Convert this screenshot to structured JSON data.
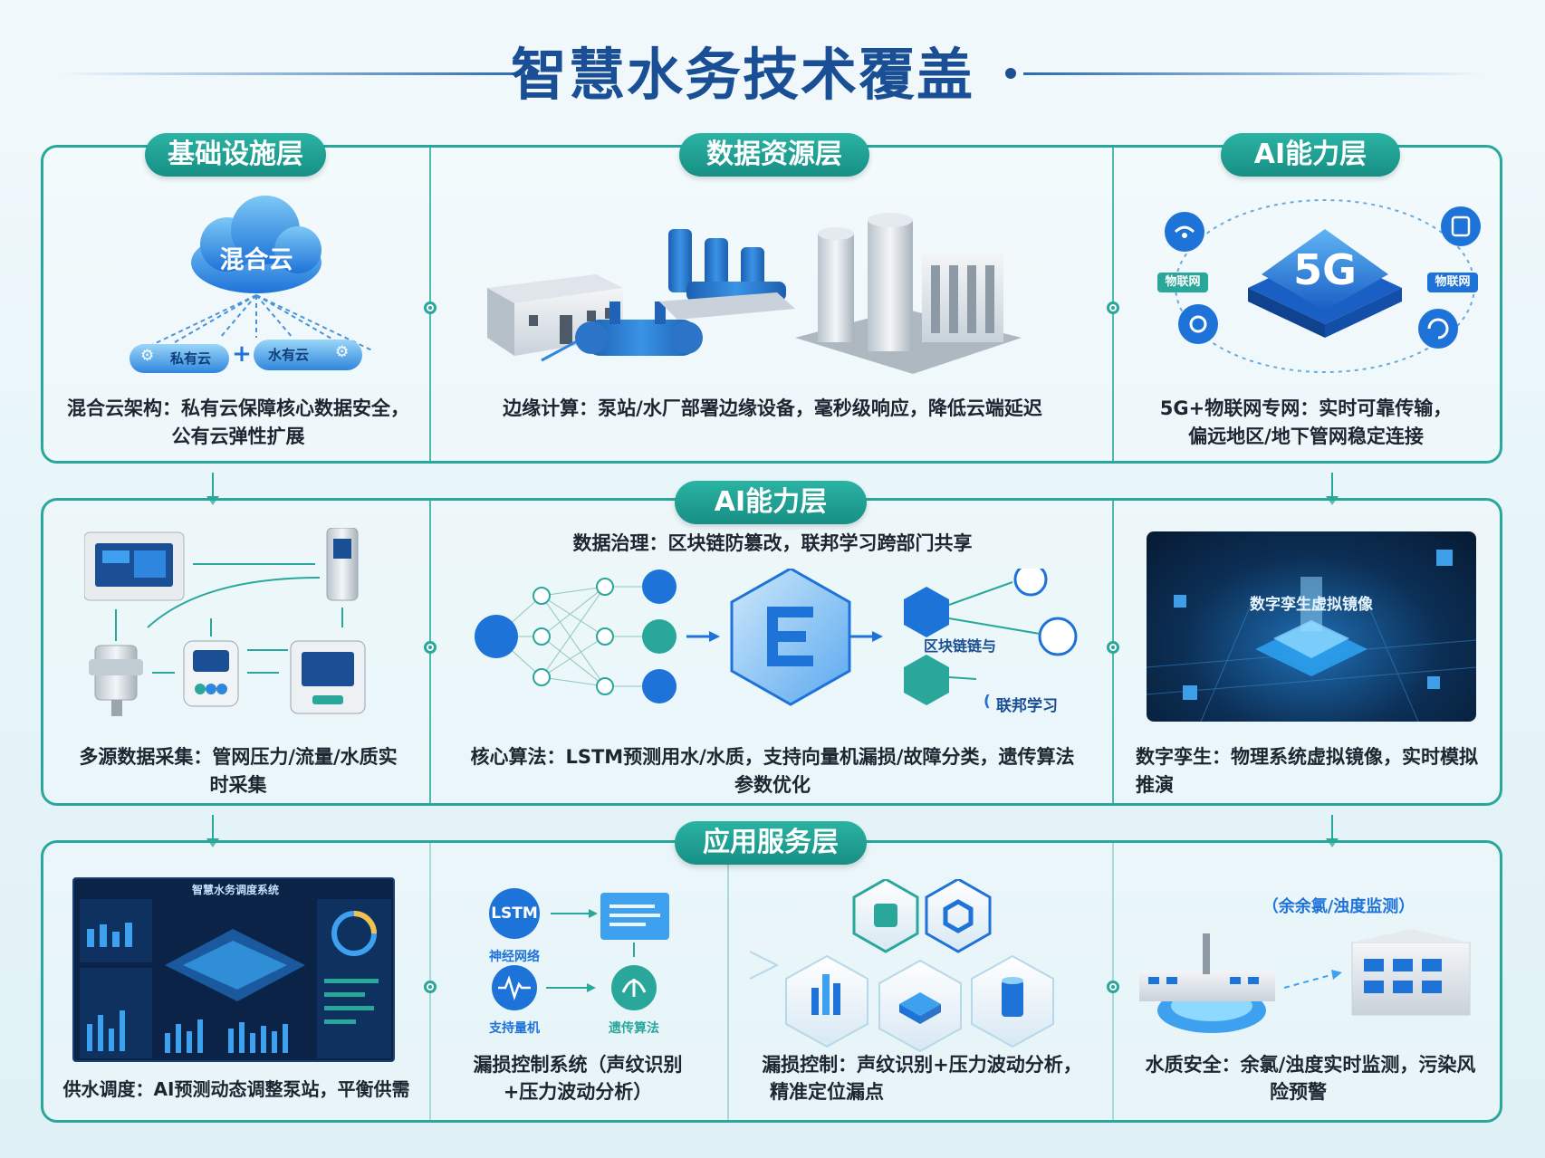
{
  "title": "智慧水务技术覆盖",
  "colors": {
    "accent": "#2aa79b",
    "title_blue": "#1a4f96",
    "bright_blue": "#1e73d8"
  },
  "row1": {
    "panel1": {
      "label": "基础设施层",
      "cloud_label": "混合云",
      "left_pill": "私有云",
      "plus": "+",
      "right_pill": "水有云",
      "caption_line1": "混合云架构：私有云保障核心数据安全，",
      "caption_line2": "公有云弹性扩展"
    },
    "panel2": {
      "label": "数据资源层",
      "icons": [
        "pump-station-building",
        "blue-pumps",
        "water-plant-tanks"
      ],
      "caption": "边缘计算：泵站/水厂部署边缘设备，毫秒级响应，降低云端延迟"
    },
    "panel3": {
      "label": "AI能力层",
      "hub_label": "5G",
      "left_tag": "物联网",
      "right_tag": "物联网",
      "caption_line1": "5G+物联网专网：实时可靠传输，",
      "caption_line2": "偏远地区/地下管网稳定连接"
    }
  },
  "row2": {
    "label": "AI能力层",
    "subtitle": "数据治理：区块链防篡改，联邦学习跨部门共享",
    "panel1": {
      "icons": [
        "control-panel",
        "flow-sensor",
        "pressure-meter",
        "water-meter",
        "quality-analyzer"
      ],
      "caption_line1": "多源数据采集：管网压力/流量/水质实",
      "caption_line2": "时采集"
    },
    "panel2": {
      "blockchain_label": "区块链链与",
      "federated_label": "联邦学习",
      "federated_prefix": "(",
      "caption_line1": "核心算法：LSTM预测用水/水质，支持向量机漏损/故障分类，遗传算法",
      "caption_line2": "参数优化"
    },
    "panel3": {
      "image_label": "数字孪生虚拟镜像",
      "caption_line1": "数字孪生：物理系统虚拟镜像，实时模拟",
      "caption_line2": "推演"
    }
  },
  "row3": {
    "label": "应用服务层",
    "panel1": {
      "dashboard_title": "智慧水务调度系统",
      "caption": "供水调度：AI预测动态调整泵站，平衡供需"
    },
    "panel2": {
      "lstm": "LSTM",
      "lstm_sub": "神经网络",
      "svm_sub": "支持量机",
      "ga_sub": "遗传算法",
      "caption_line1": "漏损控制系统（声纹识别",
      "caption_line2": "+压力波动分析）"
    },
    "panel3": {
      "caption_line1": "漏损控制：声纹识别+压力波动分析，",
      "caption_line2": "精准定位漏点"
    },
    "panel4": {
      "top_label": "（余余氯/浊度监测）",
      "caption_line1": "水质安全：余氯/浊度实时监测，污染风",
      "caption_line2": "险预警"
    }
  }
}
